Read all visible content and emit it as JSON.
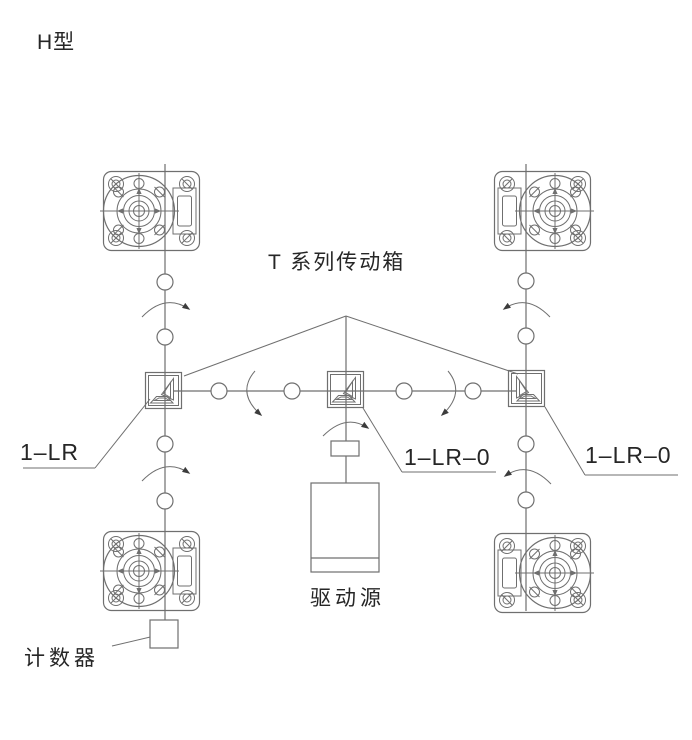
{
  "colors": {
    "background": "#ffffff",
    "line": "#6f6f6f",
    "text": "#262626"
  },
  "diagram": {
    "type_title": "H型",
    "labels": {
      "t_series_gearbox": "T 系列传动箱",
      "shaft_left": "1–LR",
      "shaft_center": "1–LR–0",
      "shaft_right": "1–LR–0",
      "drive_source": "驱动源",
      "counter": "计数器"
    },
    "components": {
      "gearboxes": [
        "top-left",
        "top-right",
        "bottom-left",
        "bottom-right"
      ],
      "bevel_corner_boxes": [
        "left",
        "center",
        "right"
      ],
      "drive_source_box": "驱动源",
      "counter_box": "计数器"
    }
  }
}
